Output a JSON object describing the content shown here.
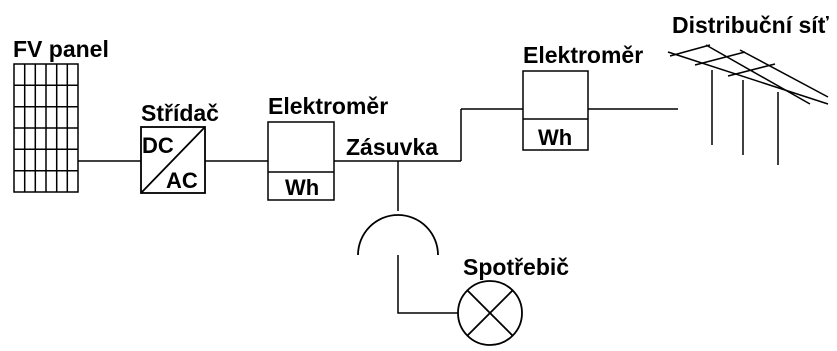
{
  "labels": {
    "pv_panel": "FV panel",
    "inverter": "Střídač",
    "inverter_dc": "DC",
    "inverter_ac": "AC",
    "meter_left": "Elektroměr",
    "meter_left_unit": "Wh",
    "socket": "Zásuvka",
    "meter_right": "Elektroměr",
    "meter_right_unit": "Wh",
    "grid": "Distribuční síť",
    "appliance": "Spotřebič"
  },
  "colors": {
    "line": "#000000",
    "background": "#ffffff"
  }
}
